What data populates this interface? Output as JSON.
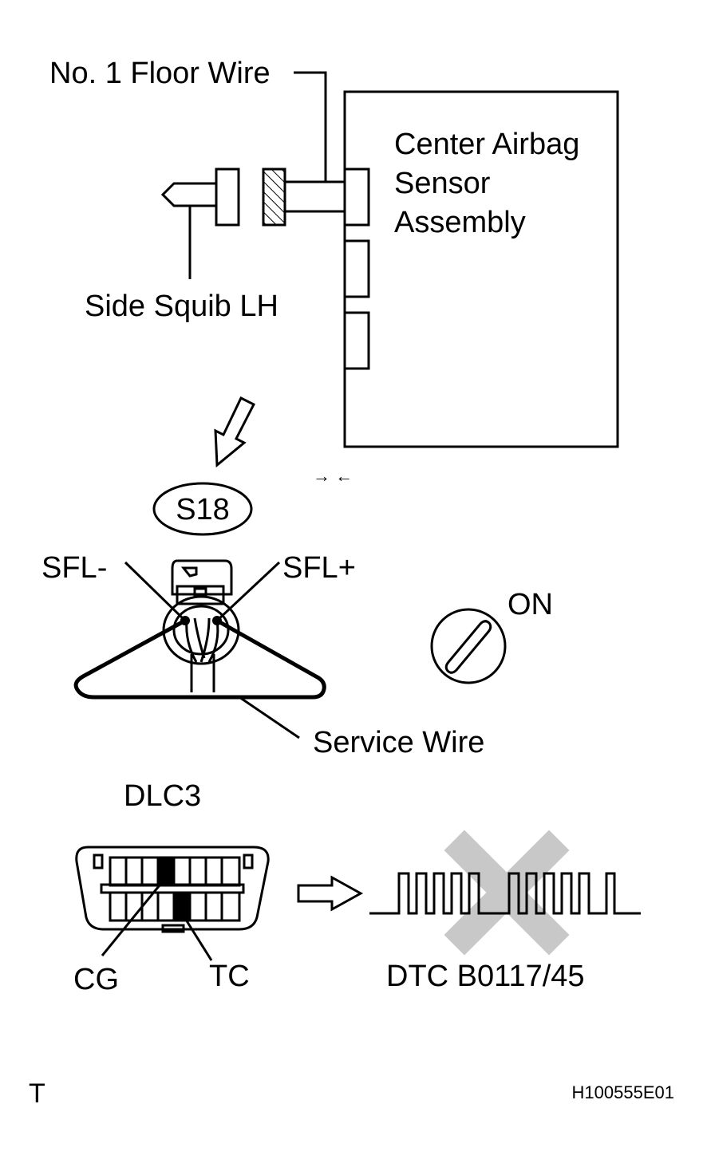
{
  "labels": {
    "floor_wire": "No. 1 Floor Wire",
    "sensor_line1": "Center Airbag",
    "sensor_line2": "Sensor",
    "sensor_line3": "Assembly",
    "squib": "Side Squib LH",
    "connector_id": "S18",
    "sfl_minus": "SFL-",
    "sfl_plus": "SFL+",
    "ignition": "ON",
    "service_wire": "Service Wire",
    "dlc": "DLC3",
    "cg": "CG",
    "tc": "TC",
    "dtc": "DTC B0117/45",
    "corner": "T",
    "figure_id": "H100555E01"
  },
  "arrows_symbol": "→ ←",
  "colors": {
    "line": "#000000",
    "cross": "#c8c8c8",
    "hatch": "#000000"
  }
}
